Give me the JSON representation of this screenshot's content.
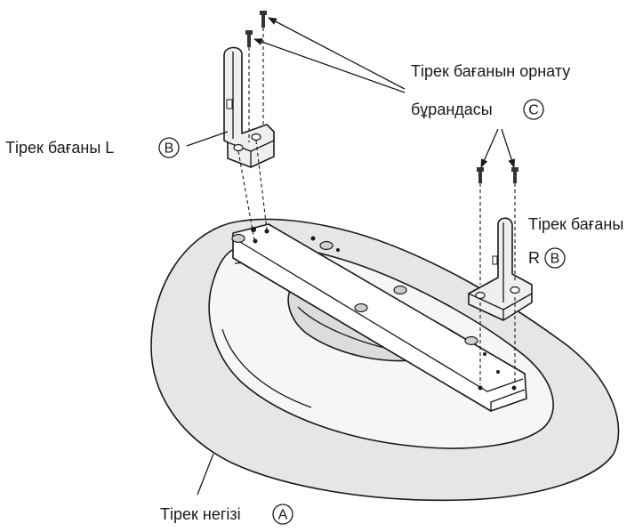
{
  "labels": {
    "screw_line1": "Тірек бағанын орнату",
    "screw_line2": "бұрандасы",
    "screw_letter": "C",
    "post_left": "Тірек бағаны L",
    "post_left_letter": "B",
    "post_right_line1": "Тірек бағаны",
    "post_right_line2": "R",
    "post_right_letter": "B",
    "base": "Тірек негізі",
    "base_letter": "A"
  }
}
